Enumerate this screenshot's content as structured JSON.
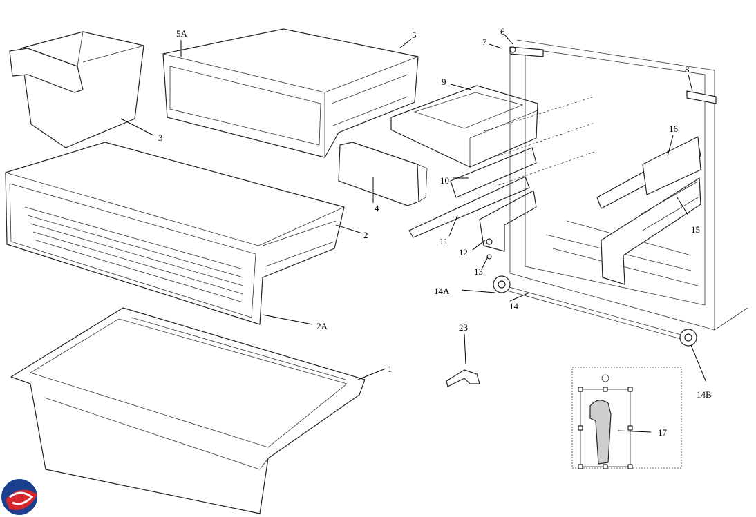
{
  "diagram": {
    "labels": {
      "p1": "1",
      "p2": "2",
      "p2a": "2A",
      "p3": "3",
      "p4": "4",
      "p5": "5",
      "p5a": "5A",
      "p6": "6",
      "p7": "7",
      "p8": "8",
      "p9": "9",
      "p10": "10",
      "p11": "11",
      "p12": "12",
      "p13": "13",
      "p14": "14",
      "p14a": "14A",
      "p14b": "14B",
      "p15": "15",
      "p16": "16",
      "p17": "17",
      "p23": "23"
    },
    "logo_colors": [
      "#1b3f8f",
      "#d4262b"
    ]
  }
}
